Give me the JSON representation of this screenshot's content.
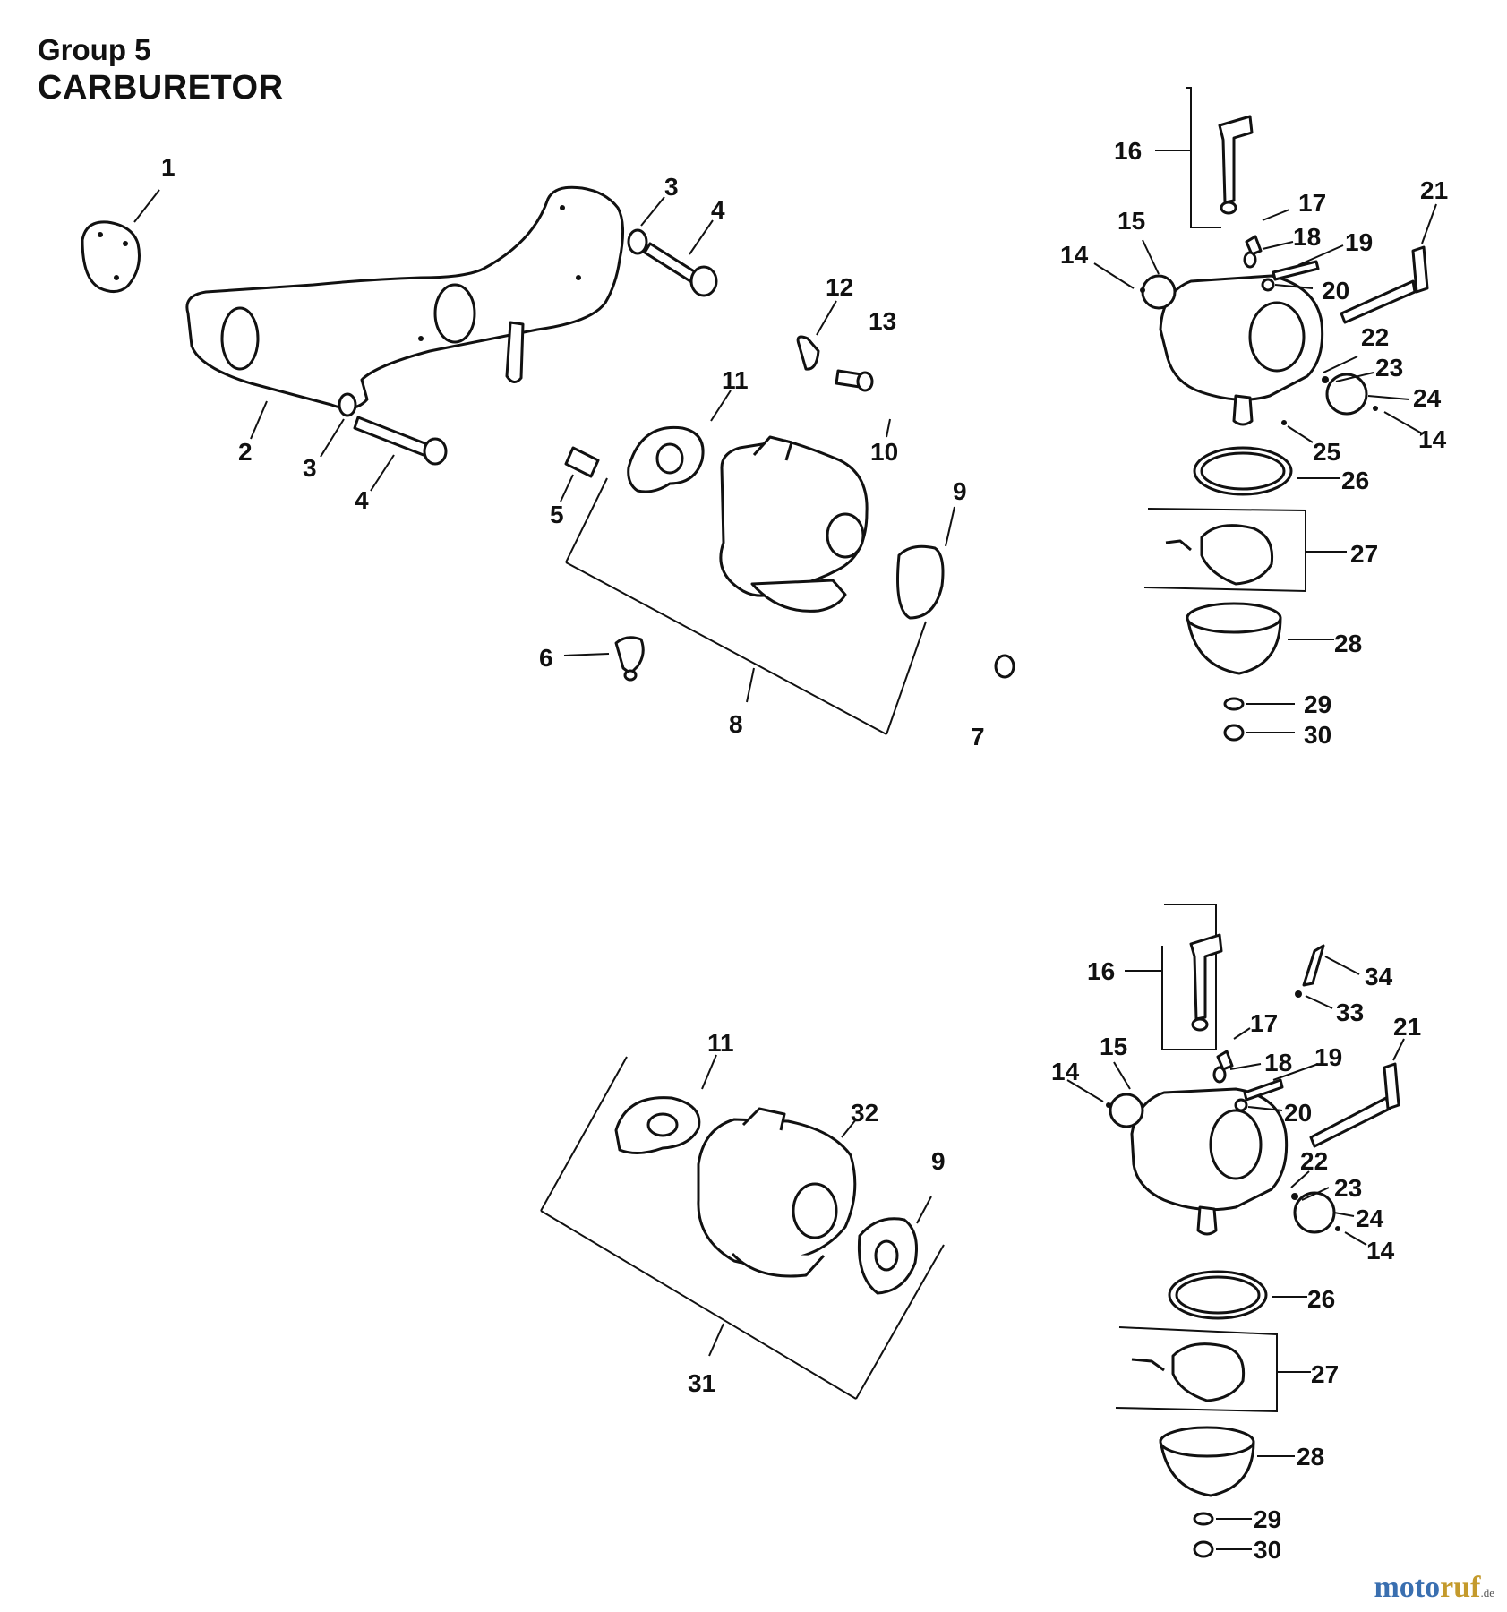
{
  "header": {
    "group": "Group 5",
    "title": "CARBURETOR"
  },
  "labels": {
    "p1": "1",
    "p2": "2",
    "p3a": "3",
    "p3b": "3",
    "p4a": "4",
    "p4b": "4",
    "p5": "5",
    "p6": "6",
    "p7": "7",
    "p8": "8",
    "p9": "9",
    "p10": "10",
    "p11": "11",
    "p12": "12",
    "p13": "13",
    "u14a": "14",
    "u14b": "14",
    "u15": "15",
    "u16": "16",
    "u17": "17",
    "u18": "18",
    "u19": "19",
    "u20": "20",
    "u21": "21",
    "u22": "22",
    "u23": "23",
    "u24": "24",
    "u25": "25",
    "u26": "26",
    "u27": "27",
    "u28": "28",
    "u29": "29",
    "u30": "30",
    "b11": "11",
    "b32": "32",
    "b9": "9",
    "b31": "31",
    "l16": "16",
    "l17": "17",
    "l18": "18",
    "l19": "19",
    "l20": "20",
    "l21": "21",
    "l14a": "14",
    "l14b": "14",
    "l15": "15",
    "l22": "22",
    "l23": "23",
    "l24": "24",
    "l26": "26",
    "l27": "27",
    "l28": "28",
    "l29": "29",
    "l30": "30",
    "l33": "33",
    "l34": "34"
  },
  "watermark": {
    "part1": "moto",
    "part2": "ruf",
    "suffix": ".de"
  }
}
